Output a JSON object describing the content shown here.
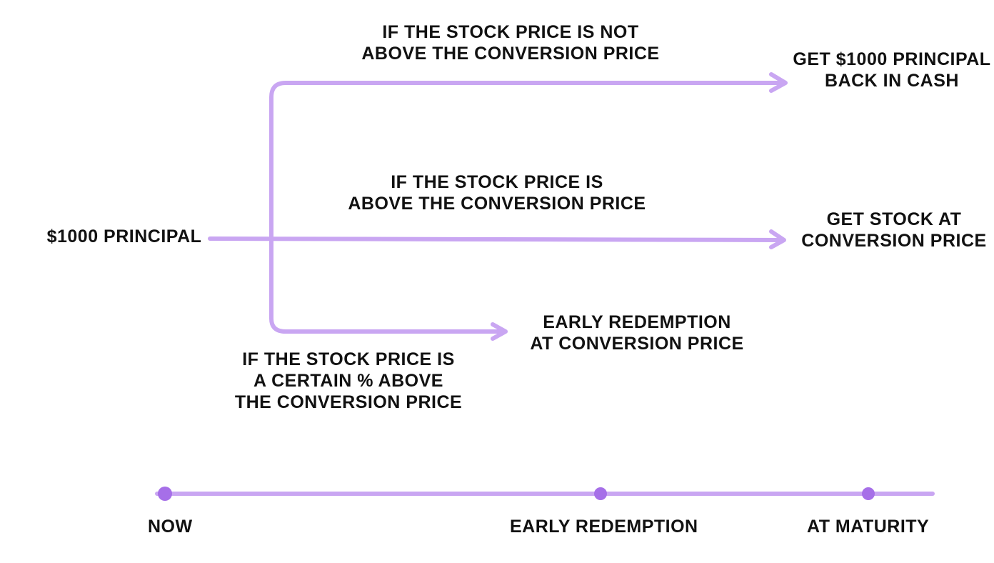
{
  "colors": {
    "arrow": "#c9a6f2",
    "dot": "#a66fe8",
    "text": "#111111",
    "background": "#ffffff"
  },
  "start": {
    "label": "$1000 PRINCIPAL"
  },
  "branches": {
    "not_above": {
      "condition_lines": [
        "IF THE STOCK PRICE IS NOT",
        "ABOVE THE CONVERSION PRICE"
      ],
      "outcome_lines": [
        "GET $1000 PRINCIPAL",
        "BACK IN CASH"
      ]
    },
    "above": {
      "condition_lines": [
        "IF THE STOCK PRICE IS",
        "ABOVE THE CONVERSION PRICE"
      ],
      "outcome_lines": [
        "GET STOCK AT",
        "CONVERSION PRICE"
      ]
    },
    "early": {
      "condition_lines": [
        "IF THE STOCK PRICE IS",
        "A CERTAIN % ABOVE",
        "THE CONVERSION PRICE"
      ],
      "outcome_lines": [
        "EARLY REDEMPTION",
        "AT CONVERSION PRICE"
      ]
    }
  },
  "timeline": {
    "points": [
      {
        "label": "NOW"
      },
      {
        "label": "EARLY REDEMPTION"
      },
      {
        "label": "AT MATURITY"
      }
    ]
  }
}
